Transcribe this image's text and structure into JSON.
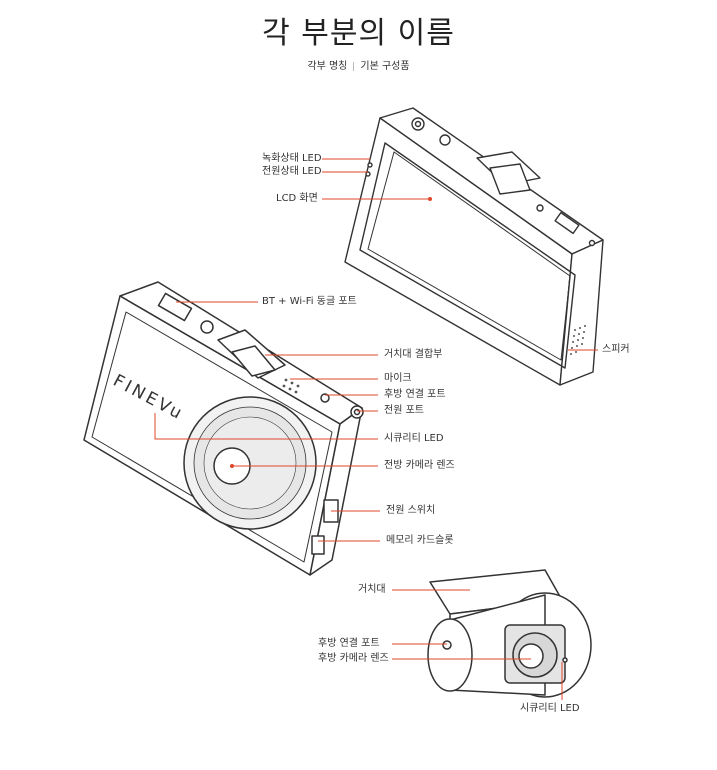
{
  "page": {
    "title": "각 부분의 이름",
    "tabs": [
      "각부 명칭",
      "기본 구성품"
    ]
  },
  "labels": {
    "rec_led": "녹화상태 LED",
    "power_led": "전원상태 LED",
    "lcd": "LCD 화면",
    "bt_wifi": "BT + Wi-Fi 동글 포트",
    "speaker": "스피커",
    "mount_joint": "거치대 결합부",
    "mic": "마이크",
    "rear_port": "후방 연결 포트",
    "power_port": "전원 포트",
    "security_led": "시큐리티 LED",
    "front_lens": "전방 카메라 렌즈",
    "power_switch": "전원 스위치",
    "memory_slot": "메모리 카드슬롯",
    "rear_mount": "거치대",
    "rear_cam_port": "후방 연결 포트",
    "rear_cam_lens": "후방 카메라 렌즈",
    "rear_security_led": "시큐리티 LED"
  },
  "brand": "FINEVu",
  "colors": {
    "leader": "#e0462b",
    "stroke": "#333333",
    "text": "#333333"
  }
}
